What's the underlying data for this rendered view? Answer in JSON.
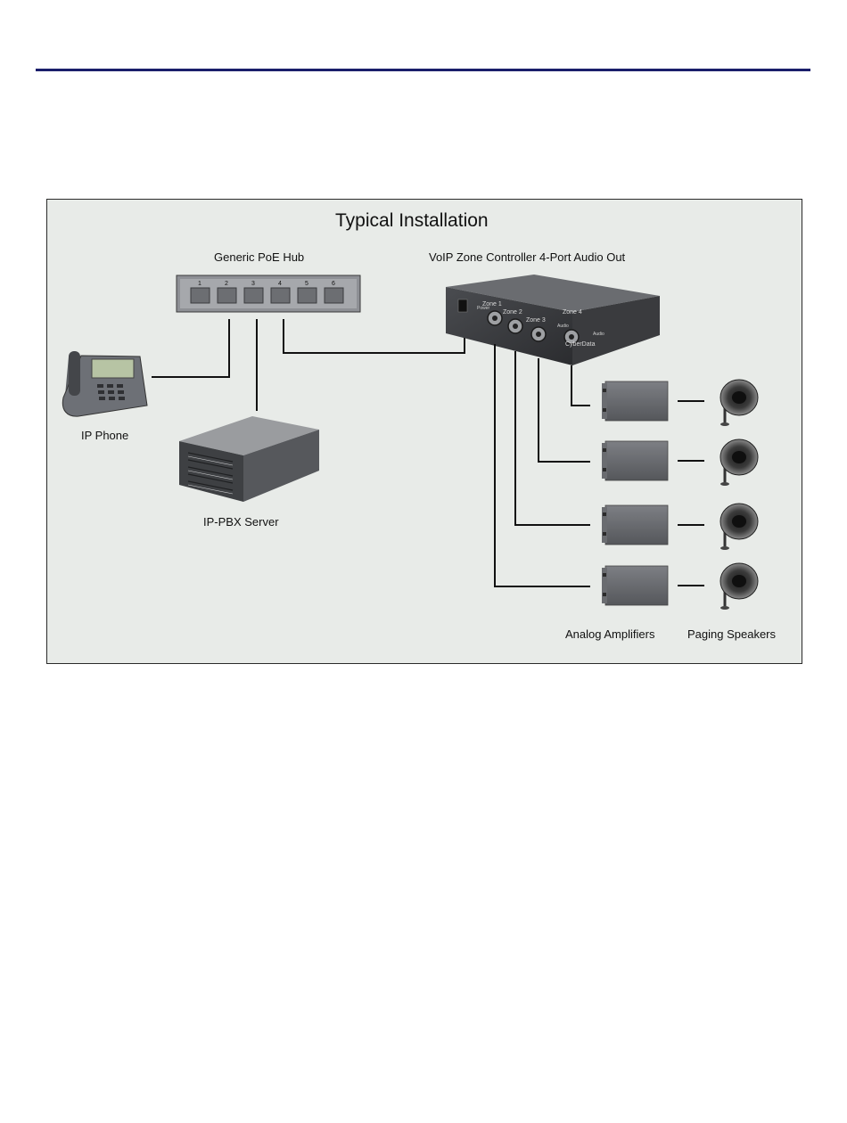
{
  "diagram": {
    "title": "Typical Installation",
    "labels": {
      "hub": "Generic PoE Hub",
      "controller": "VoIP Zone Controller 4-Port Audio Out",
      "phone": "IP Phone",
      "server": "IP-PBX Server",
      "amplifiers": "Analog Amplifiers",
      "speakers": "Paging Speakers"
    },
    "hub_ports": [
      "1",
      "2",
      "3",
      "4",
      "5",
      "6"
    ],
    "controller_zones": [
      "Zone 1",
      "Zone 2",
      "Zone 3",
      "Zone 4"
    ],
    "controller_small": [
      "Power",
      "Audio",
      "Audio"
    ],
    "controller_brand": "CyberData"
  }
}
